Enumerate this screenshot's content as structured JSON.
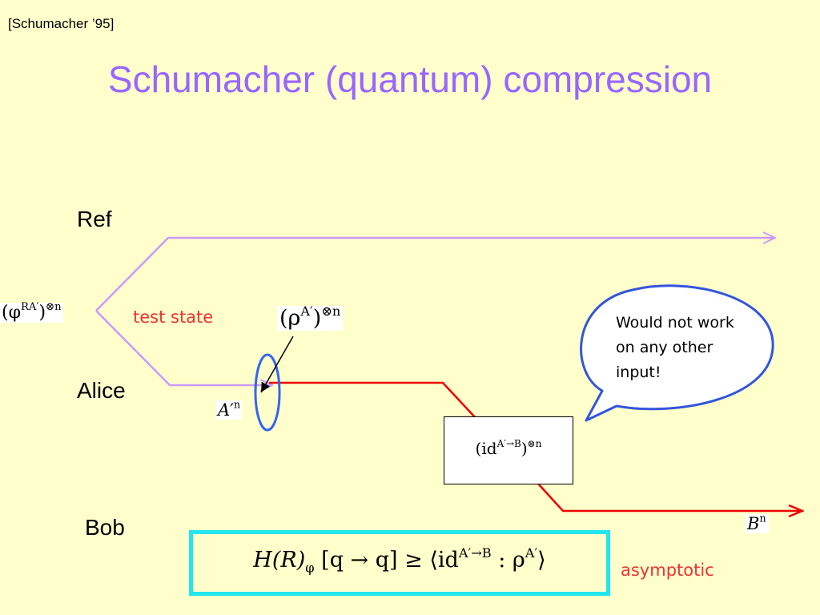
{
  "header": {
    "citation": "[Schumacher ’95]",
    "title": "Schumacher (quantum) compression"
  },
  "parties": {
    "ref": "Ref",
    "alice": "Alice",
    "bob": "Bob"
  },
  "notes": {
    "test_state": "test state",
    "asymptotic": "asymptotic"
  },
  "bubble": {
    "text": "Would not work on any other input!"
  },
  "math": {
    "purified_state": {
      "base": "(φ",
      "sup1": "RA′",
      "mid": ")",
      "sup2": "⊗n"
    },
    "input_state": {
      "base": "(ρ",
      "sup1": "A′",
      "mid": ")",
      "sup2": "⊗n"
    },
    "alice_system": {
      "base": "A′",
      "sup": "n"
    },
    "bob_system": {
      "base": "B",
      "sup": "n"
    },
    "channel": {
      "base": "(id",
      "sup1": "A′→B",
      "mid": ")",
      "sup2": "⊗n"
    },
    "result": {
      "lhs": "H(R)",
      "lhs_sub": "φ",
      "task": " [q → q] ≥ ⟨id",
      "sup1": "A′→B",
      "colon": " : ρ",
      "sup2": "A′",
      "close": "⟩"
    }
  },
  "colors": {
    "title": "#9966ff",
    "ref_line": "#cc99ff",
    "quantum_line": "#ee0000",
    "ellipse": "#3366ee",
    "bubble_outline": "#3355dd",
    "result_border": "#22e5ee",
    "note_text": "#ee3333"
  }
}
